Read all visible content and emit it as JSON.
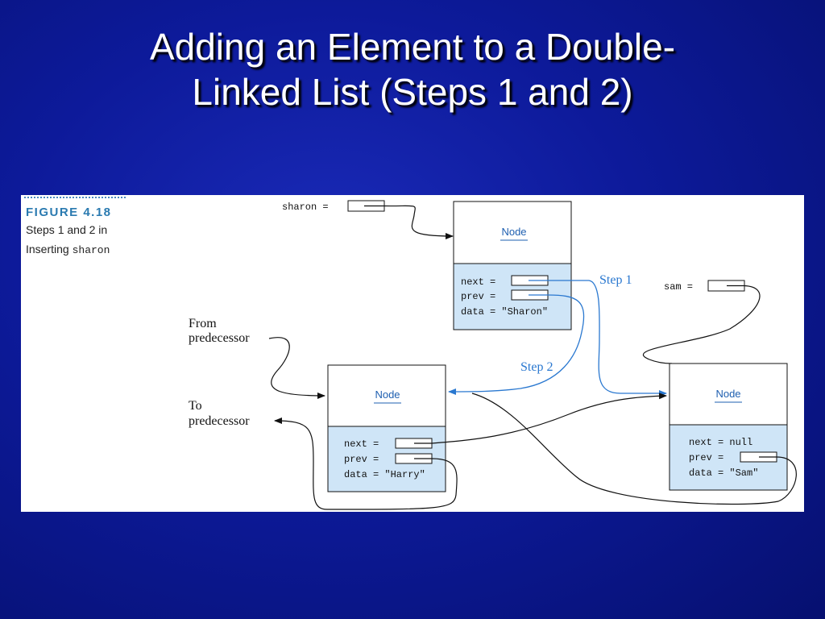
{
  "slide": {
    "title_line1": "Adding an Element to a Double-",
    "title_line2": "Linked List (Steps 1 and 2)"
  },
  "figure": {
    "caption_label": "FIGURE 4.18",
    "caption_line1": "Steps 1 and 2 in",
    "caption_line2_prefix": "Inserting ",
    "caption_line2_code": "sharon"
  },
  "diagram": {
    "var_sharon": "sharon =",
    "var_sam": "sam =",
    "step1": "Step 1",
    "step2": "Step 2",
    "from_pred_line1": "From",
    "from_pred_line2": "predecessor",
    "to_pred_line1": "To",
    "to_pred_line2": "predecessor",
    "nodes": {
      "sharon": {
        "title": "Node",
        "next": "next =",
        "prev": "prev =",
        "data": "data = \"Sharon\""
      },
      "harry": {
        "title": "Node",
        "next": "next =",
        "prev": "prev =",
        "data": "data = \"Harry\""
      },
      "sam": {
        "title": "Node",
        "next": "next = null",
        "prev": "prev =",
        "data": "data = \"Sam\""
      }
    }
  },
  "colors": {
    "node_fill": "#cfe5f7",
    "node_title": "#1e5fb0",
    "step_arrow": "#2a78d0",
    "caption_label": "#2a7ab0"
  }
}
